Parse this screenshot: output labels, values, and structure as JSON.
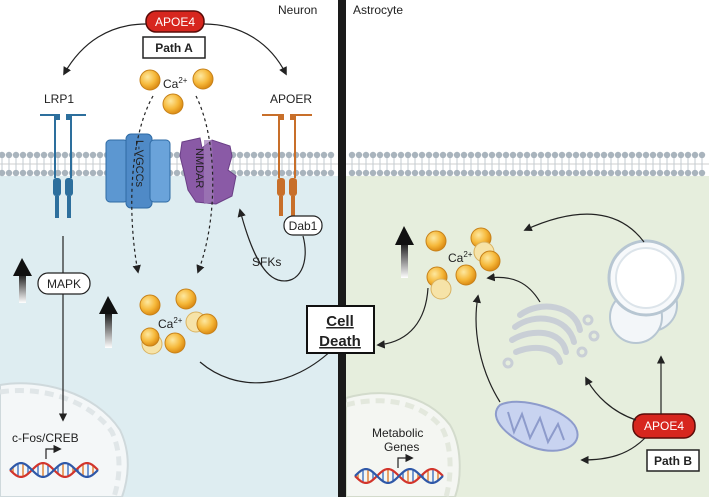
{
  "header": {
    "neuron": "Neuron",
    "astrocyte": "Astrocyte"
  },
  "badges": {
    "apoe4_top": "APOE4",
    "path_a": "Path A",
    "apoe4_bottom": "APOE4",
    "path_b": "Path B"
  },
  "receptors": {
    "lrp1": "LRP1",
    "apoer": "APOER",
    "lvgcc": "L-VGCCs",
    "nmdar": "NMDAR"
  },
  "labels": {
    "ca_top": "Ca2+",
    "ca_neuron": "Ca2+",
    "ca_astro": "Ca2+",
    "dab1": "Dab1",
    "sfks": "SFKs",
    "mapk": "MAPK",
    "cfos": "c-Fos/CREB",
    "metabolic_1": "Metabolic",
    "metabolic_2": "Genes"
  },
  "center": {
    "line1": "Cell",
    "line2": "Death"
  },
  "colors": {
    "neuron_bg": "#deedf1",
    "astro_bg": "#e6eedd",
    "apoe4": "#d7261e",
    "lrp1": "#2d6f9d",
    "lvgcc": "#4f8ac7",
    "nmdar": "#8a5aa6",
    "apoer": "#c86f2a",
    "calcium": "#f3b13a"
  }
}
